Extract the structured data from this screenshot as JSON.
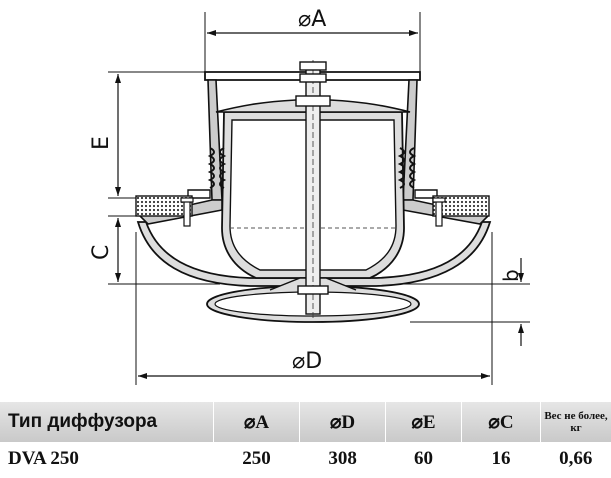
{
  "drawing": {
    "dim_A": "⌀A",
    "dim_D": "⌀D",
    "dim_E": "E",
    "dim_C": "C",
    "dim_b": "b"
  },
  "table": {
    "headers": [
      "Тип диффузора",
      "⌀A",
      "⌀D",
      "⌀E",
      "⌀C",
      "Вес не более,",
      "кг"
    ],
    "row": [
      "DVA 250",
      "250",
      "308",
      "60",
      "16",
      "0,66"
    ]
  }
}
